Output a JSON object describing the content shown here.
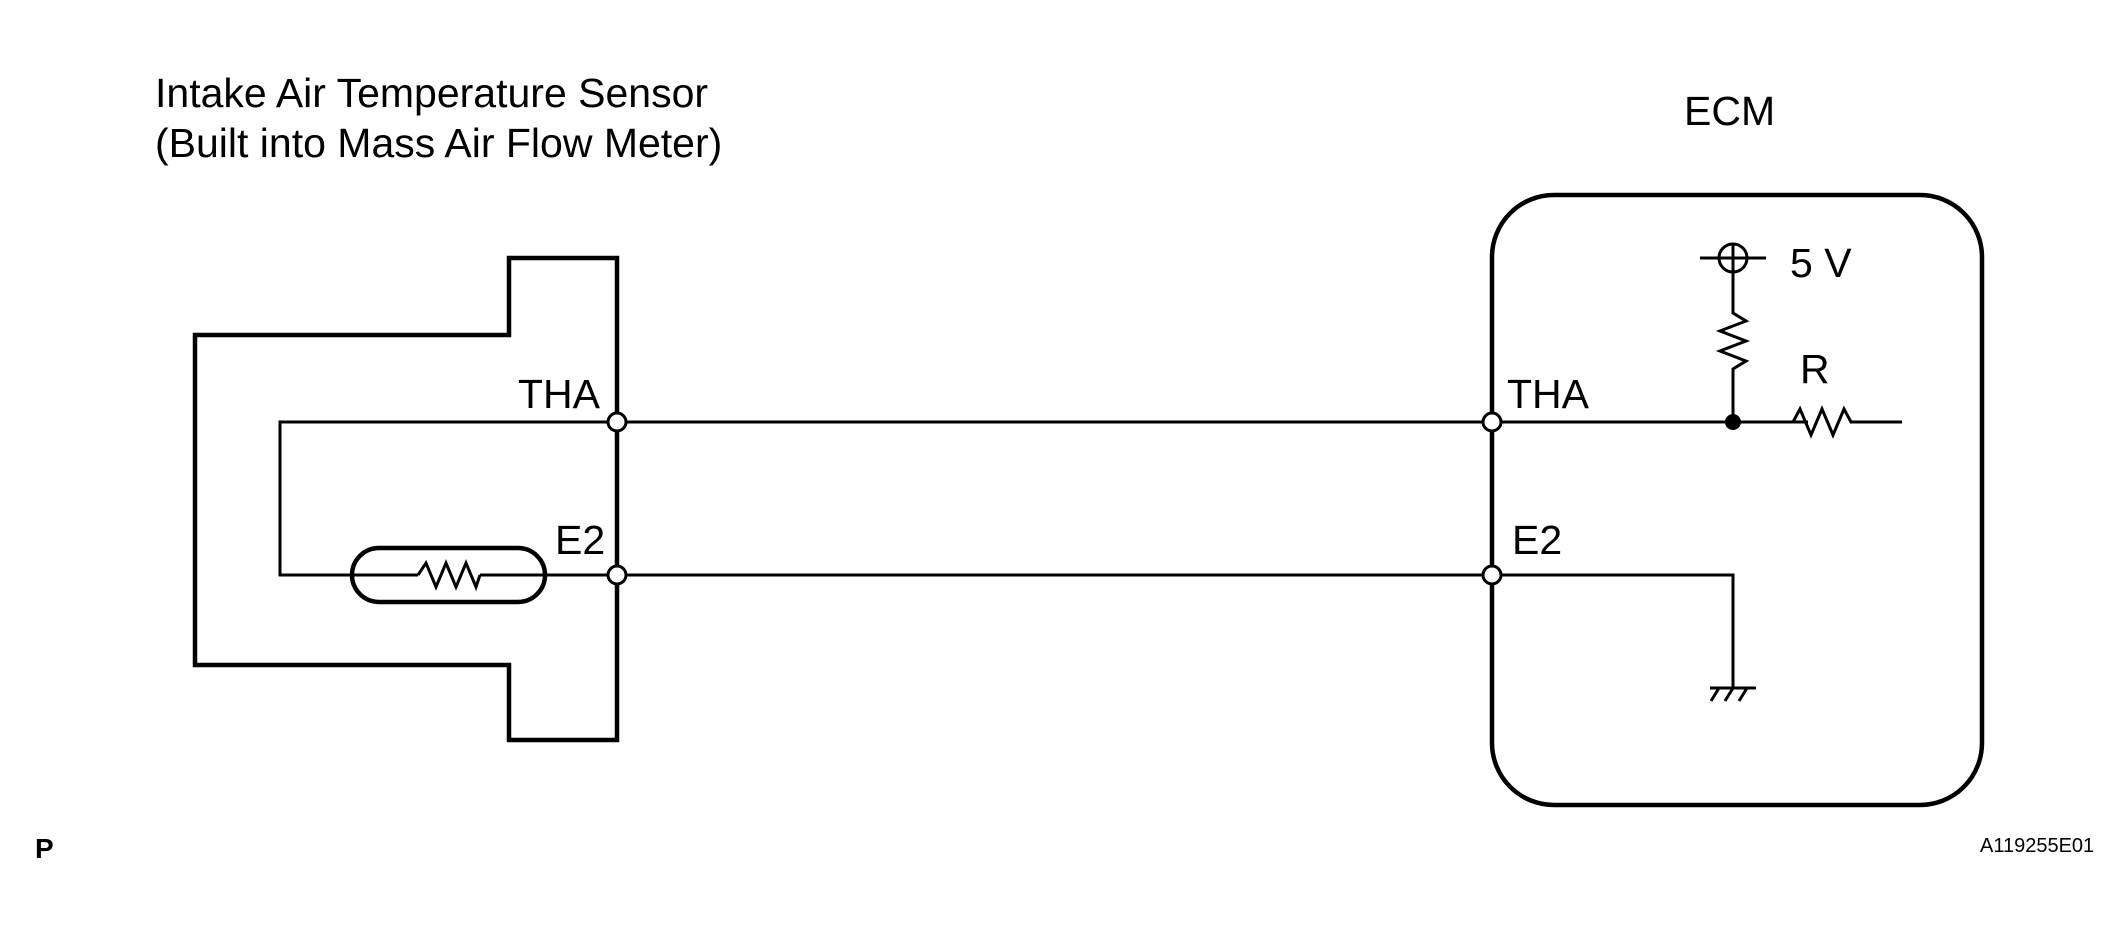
{
  "sensor": {
    "title_line1": "Intake Air Temperature Sensor",
    "title_line2": "(Built into Mass Air Flow Meter)",
    "terminal_tha": "THA",
    "terminal_e2": "E2"
  },
  "ecm": {
    "label": "ECM",
    "terminal_tha": "THA",
    "terminal_e2": "E2",
    "supply_voltage": "5 V",
    "resistor_label": "R"
  },
  "footer": {
    "left_code": "P",
    "figure_id": "A119255E01"
  }
}
